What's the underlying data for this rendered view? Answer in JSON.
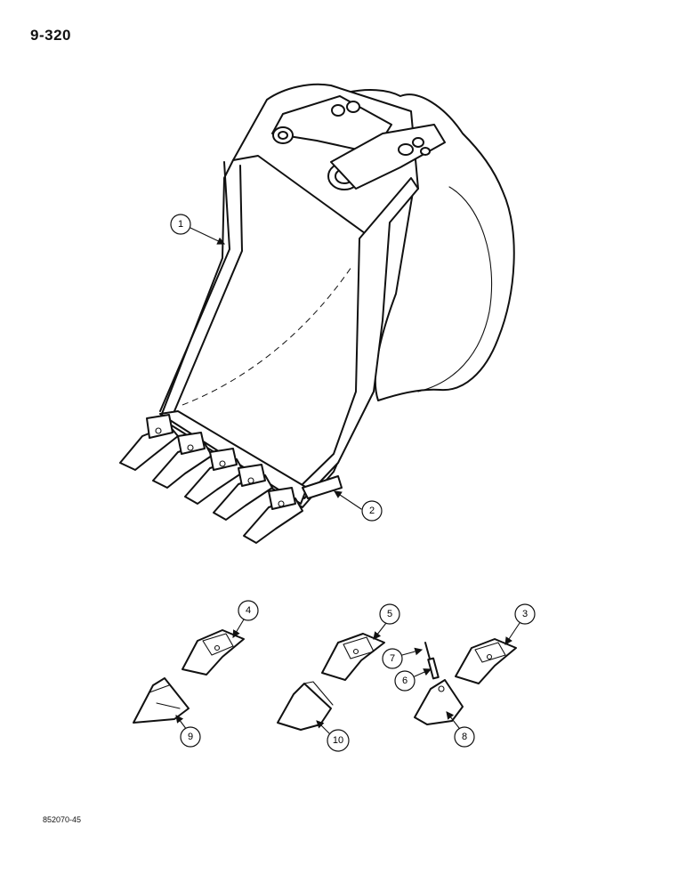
{
  "page": {
    "number": "9-320",
    "figure_code": "852070-45"
  },
  "callouts": [
    {
      "id": "c1",
      "label": "1"
    },
    {
      "id": "c2",
      "label": "2"
    },
    {
      "id": "c3",
      "label": "3"
    },
    {
      "id": "c4",
      "label": "4"
    },
    {
      "id": "c5",
      "label": "5"
    },
    {
      "id": "c6",
      "label": "6"
    },
    {
      "id": "c7",
      "label": "7"
    },
    {
      "id": "c8",
      "label": "8"
    },
    {
      "id": "c9",
      "label": "9"
    },
    {
      "id": "c10",
      "label": "10"
    }
  ]
}
